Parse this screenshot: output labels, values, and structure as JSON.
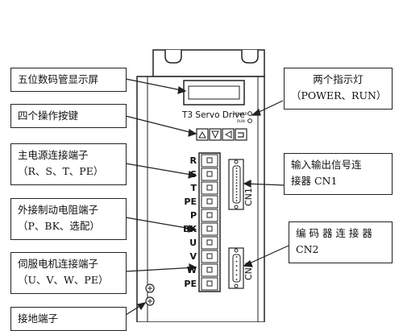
{
  "callouts": {
    "display": "五位数码管显示屏",
    "keys": "四个操作按键",
    "mains": [
      "主电源连接端子",
      "（R、S、T、PE）"
    ],
    "brake": [
      "外接制动电阻端子",
      "（P、BK、选配）"
    ],
    "motor": [
      "伺服电机连接端子",
      "（U、V、W、PE）"
    ],
    "ground": "接地端子",
    "leds": [
      "两个指示灯",
      "（POWER、RUN）"
    ],
    "io": [
      "输入输出信号连",
      "接器 CN1"
    ],
    "encoder": [
      "编 码 器 连 接 器",
      "CN2"
    ]
  },
  "device": {
    "model": "T3 Servo Drive",
    "led_power": "POWER",
    "led_run": "RUN",
    "cn1": "CN1",
    "cn2": "CN2",
    "terminals": [
      "R",
      "S",
      "T",
      "PE",
      "P",
      "BK",
      "U",
      "V",
      "W",
      "PE"
    ],
    "buttons": [
      "up-triangle",
      "down-triangle",
      "left-triangle",
      "enter-key"
    ]
  },
  "colors": {
    "line": "#222222",
    "background": "#ffffff",
    "panel": "#f5f5f5"
  }
}
